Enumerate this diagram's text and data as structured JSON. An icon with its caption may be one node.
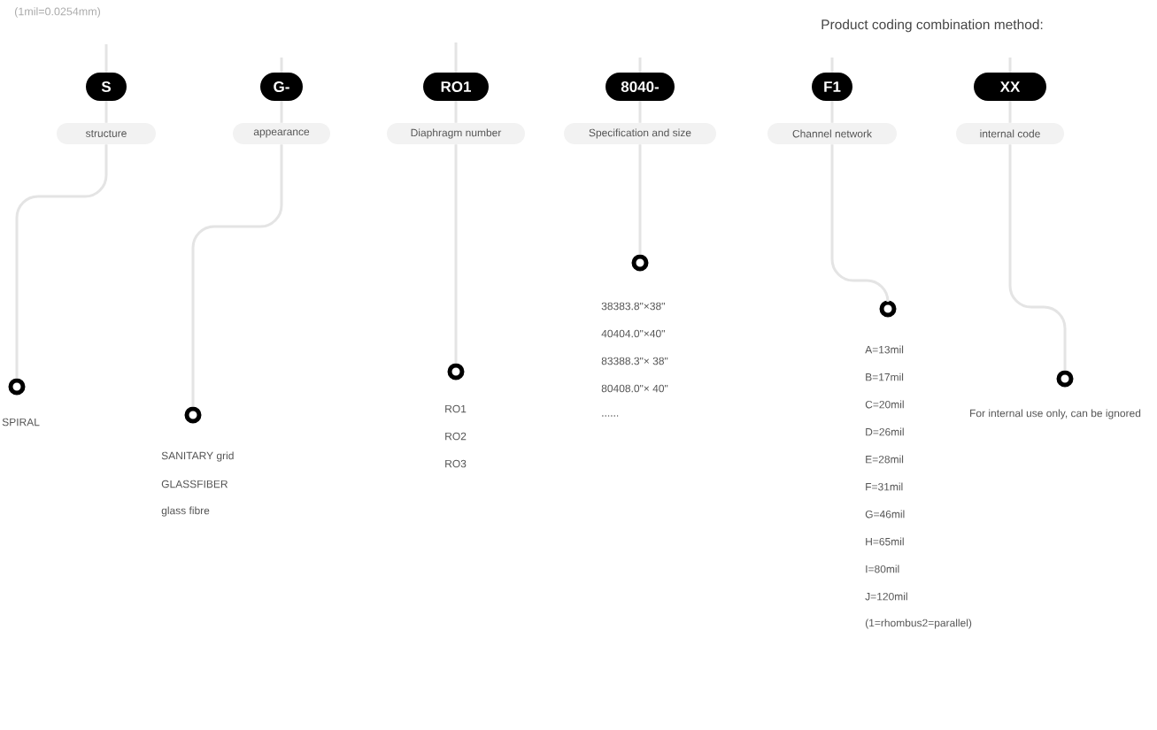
{
  "diagram": {
    "title": "Product coding combination method:",
    "nodes": [
      {
        "text": [
          "S"
        ]
      },
      {
        "text": [
          "structure"
        ]
      },
      {
        "text": [],
        "shape": "circle",
        "beside": [
          "SPIRAL"
        ]
      },
      {
        "text": [
          "G-"
        ]
      },
      {
        "text": [
          "appearance"
        ]
      },
      {
        "text": [],
        "shape": "circle",
        "beside": [
          "SANITARY grid",
          "GLASSFIBER",
          "glass fibre"
        ]
      },
      {
        "text": [
          "RO1"
        ]
      },
      {
        "text": [
          "Diaphragm number"
        ]
      },
      {
        "text": [],
        "shape": "circle",
        "beside": [
          "RO1",
          "RO2",
          "RO3"
        ]
      },
      {
        "text": [
          "8040-"
        ]
      },
      {
        "text": [
          "Specification and size"
        ]
      },
      {
        "text": [],
        "shape": "circle",
        "beside": [
          "38383.8\"×38\"",
          "40404.0\"×40\"",
          "83388.3\"× 38\"",
          "80408.0\"× 40\"",
          "......"
        ]
      },
      {
        "text": [
          "F1"
        ]
      },
      {
        "text": [
          "Channel network"
        ]
      },
      {
        "text": [],
        "shape": "circle",
        "beside": [
          "A=13mil",
          "B=17mil",
          "C=20mil",
          "D=26mil",
          "E=28mil",
          "F=31mil",
          "G=46mil",
          "H=65mil",
          "I=80mil",
          "J=120mil",
          "(1=rhombus2=parallel)"
        ]
      },
      {
        "text": [
          "XX"
        ]
      },
      {
        "text": [
          "internal code"
        ]
      },
      {
        "text": [],
        "shape": "circle",
        "beside": [
          "For internal use only, can be ignored"
        ]
      }
    ],
    "edges": [
      {
        "from": null,
        "to": 0,
        "arrow": "none"
      },
      {
        "from": 0,
        "to": 1,
        "arrow": "none"
      },
      {
        "from": 1,
        "to": 2,
        "arrow": "none"
      },
      {
        "from": null,
        "to": 3,
        "arrow": "none"
      },
      {
        "from": 3,
        "to": 4,
        "arrow": "none"
      },
      {
        "from": 4,
        "to": 5,
        "arrow": "none"
      },
      {
        "from": null,
        "to": 6,
        "arrow": "none"
      },
      {
        "from": 6,
        "to": 7,
        "arrow": "none"
      },
      {
        "from": 7,
        "to": 8,
        "arrow": "none"
      },
      {
        "from": null,
        "to": 9,
        "arrow": "none"
      },
      {
        "from": 9,
        "to": 10,
        "arrow": "none"
      },
      {
        "from": 10,
        "to": 11,
        "arrow": "none"
      },
      {
        "from": null,
        "to": 12,
        "arrow": "none"
      },
      {
        "from": 12,
        "to": 13,
        "arrow": "none"
      },
      {
        "from": 13,
        "to": 14,
        "arrow": "none"
      },
      {
        "from": null,
        "to": 15,
        "arrow": "none"
      },
      {
        "from": 15,
        "to": 16,
        "arrow": "none"
      },
      {
        "from": 16,
        "to": 17,
        "arrow": "none"
      }
    ],
    "labels": [
      "(1mil=0.0254mm)"
    ]
  }
}
